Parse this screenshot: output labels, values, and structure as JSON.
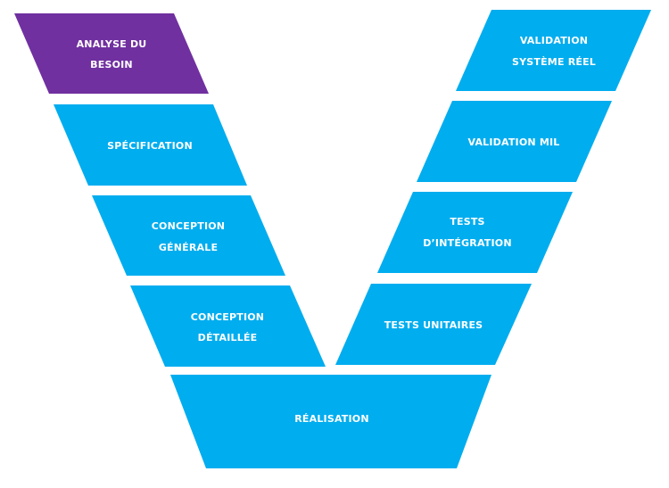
{
  "colors": {
    "step": "#00adef",
    "highlight": "#7030a0",
    "text": "#ffffff",
    "background": "#ffffff"
  },
  "highlighted_step": "analyse",
  "steps": {
    "analyse": {
      "line1": "ANALYSE DU",
      "line2": "BESOIN"
    },
    "specification": {
      "line1": "SPÉCIFICATION"
    },
    "conception_g": {
      "line1": "CONCEPTION",
      "line2": "GÉNÉRALE"
    },
    "conception_d": {
      "line1": "CONCEPTION",
      "line2": "DÉTAILLÉE"
    },
    "realisation": {
      "line1": "RÉALISATION"
    },
    "tests_u": {
      "line1": "TESTS UNITAIRES"
    },
    "tests_i": {
      "line1": "TESTS",
      "line2": "D’INTÉGRATION"
    },
    "validation_mil": {
      "line1": "VALIDATION MIL"
    },
    "validation_sr": {
      "line1": "VALIDATION",
      "line2": "SYSTÈME RÉEL"
    }
  }
}
